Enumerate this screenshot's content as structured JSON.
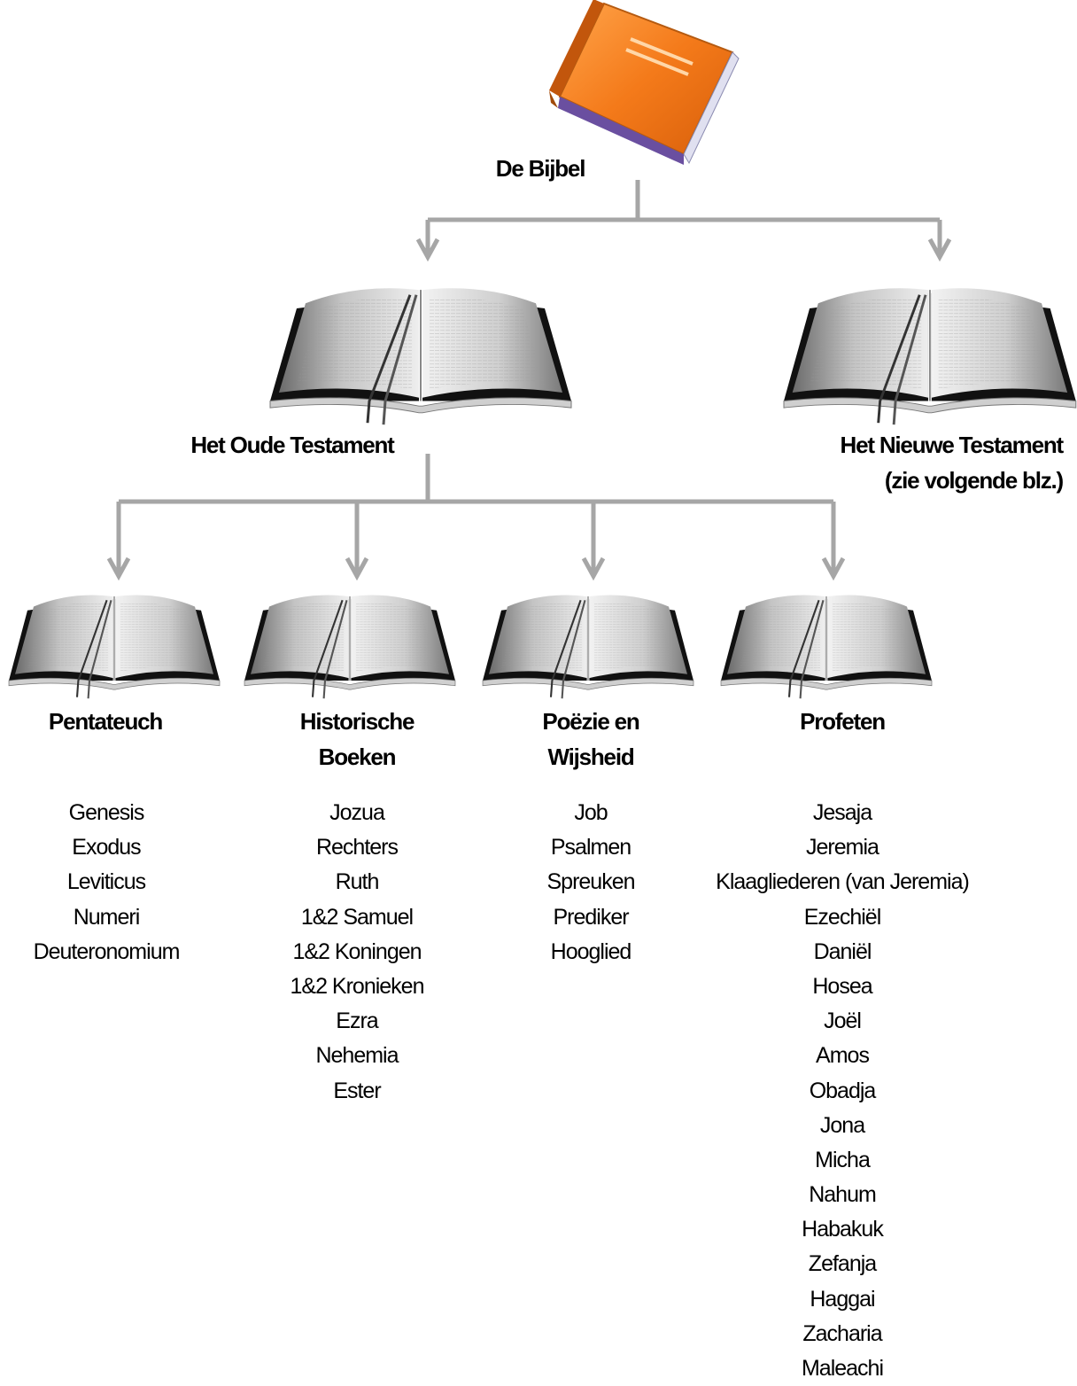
{
  "root": {
    "title": "De Bijbel",
    "icon": "closed-orange-book-icon",
    "icon_color": "#f07a1c"
  },
  "testaments": [
    {
      "title": "Het Oude Testament",
      "note": "",
      "icon": "open-bible-icon"
    },
    {
      "title": "Het Nieuwe Testament",
      "note": "(zie volgende blz.)",
      "icon": "open-bible-icon"
    }
  ],
  "categories": [
    {
      "title_line1": "Pentateuch",
      "title_line2": "",
      "books": [
        "Genesis",
        "Exodus",
        "Leviticus",
        "Numeri",
        "Deuteronomium"
      ]
    },
    {
      "title_line1": "Historische",
      "title_line2": "Boeken",
      "books": [
        "Jozua",
        "Rechters",
        "Ruth",
        "1&2 Samuel",
        "1&2 Koningen",
        "1&2 Kronieken",
        "Ezra",
        "Nehemia",
        "Ester"
      ]
    },
    {
      "title_line1": "Poëzie en",
      "title_line2": "Wijsheid",
      "books": [
        "Job",
        "Psalmen",
        "Spreuken",
        "Prediker",
        "Hooglied"
      ]
    },
    {
      "title_line1": "Profeten",
      "title_line2": "",
      "books": [
        "Jesaja",
        "Jeremia",
        "Klaagliederen (van Jeremia)",
        "Ezechiël",
        "Daniël",
        "Hosea",
        "Joël",
        "Amos",
        "Obadja",
        "Jona",
        "Micha",
        "Nahum",
        "Habakuk",
        "Zefanja",
        "Haggai",
        "Zacharia",
        "Maleachi"
      ]
    }
  ],
  "colors": {
    "connector": "#a6a6a6",
    "book_orange": "#f07a1c"
  }
}
